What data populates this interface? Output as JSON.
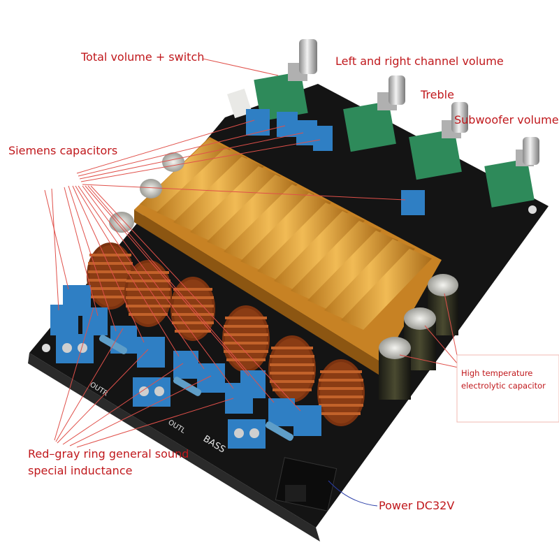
{
  "annotations": {
    "total_volume": "Total volume + switch",
    "left_right_volume": "Left and right channel volume",
    "treble": "Treble",
    "subwoofer_volume": "Subwoofer volume",
    "siemens_capacitors": "Siemens capacitors",
    "inductance_line1": "Red–gray ring general sound",
    "inductance_line2": "special inductance",
    "capacitor_line1": "High temperature",
    "capacitor_line2": "electrolytic capacitor",
    "power": "Power DC32V"
  },
  "silkscreen": {
    "outr": "OUTR",
    "outl": "OUTL",
    "bass": "BASS"
  },
  "colors": {
    "annotation_text": "#c0181c",
    "leader_line": "#e0504a",
    "power_line": "#2a3ea8",
    "pcb": "#141414",
    "heatsink": "#e4a236",
    "coil": "#c2622a",
    "film_capacitor": "#2f7fc4",
    "potentiometer": "#2e8a5a"
  }
}
